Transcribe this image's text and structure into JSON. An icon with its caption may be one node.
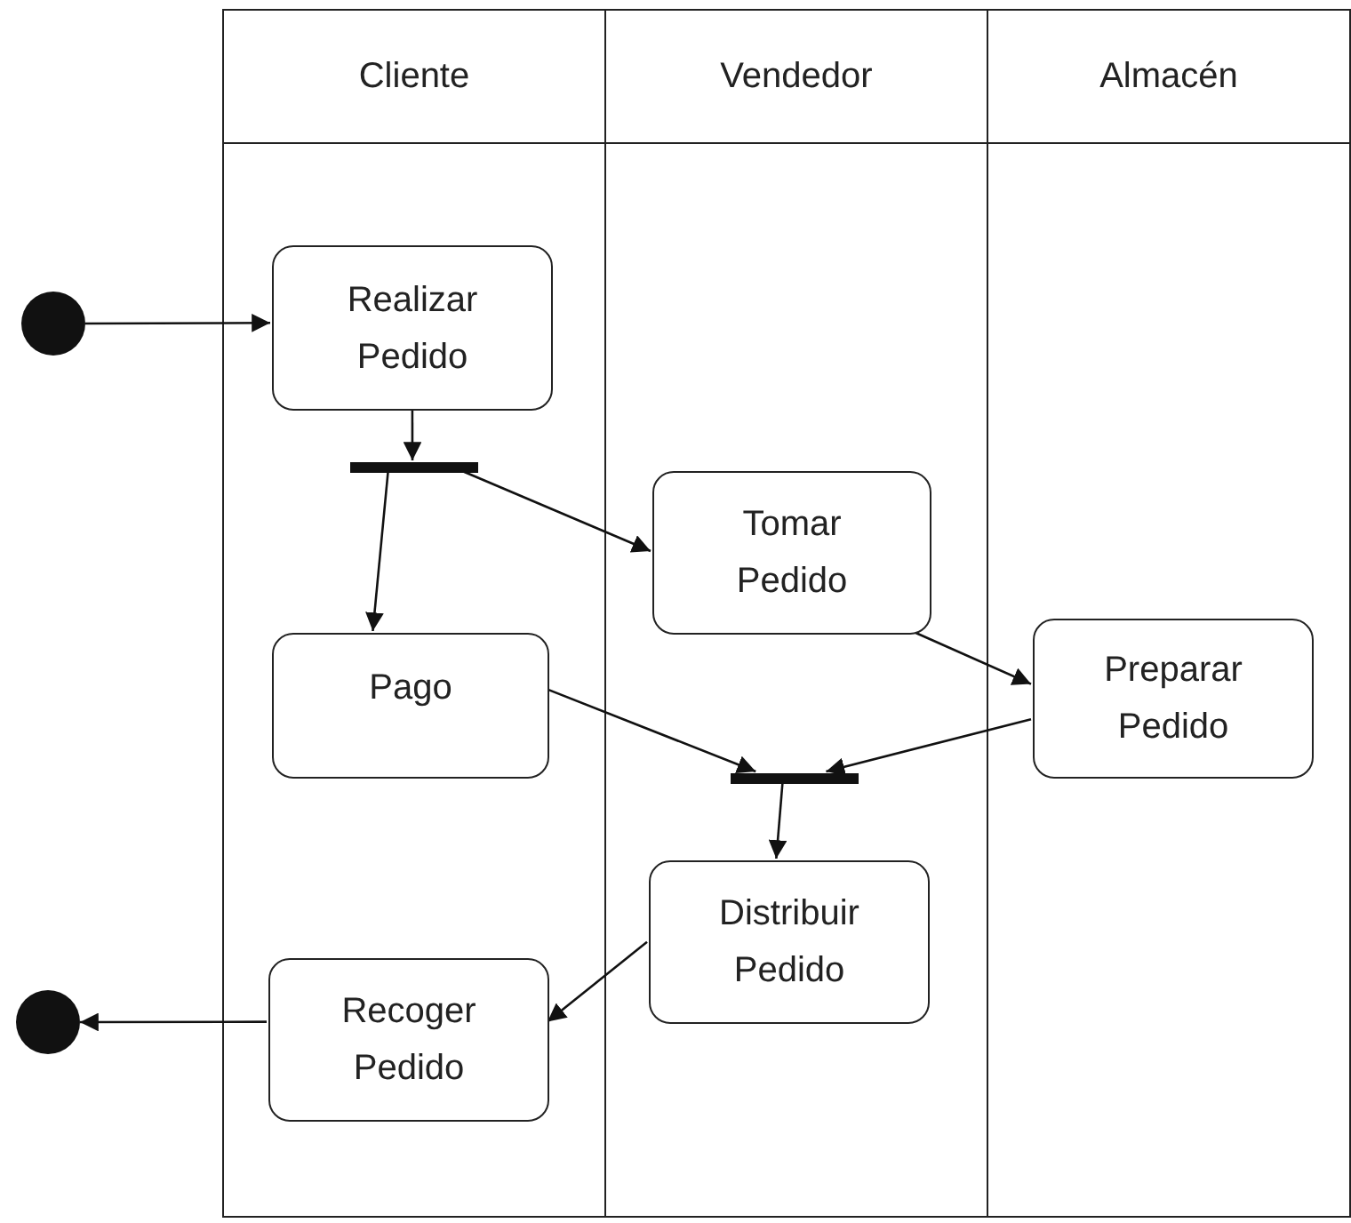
{
  "diagram": {
    "nodes": [
      {
        "text": [
          "Cliente"
        ]
      },
      {
        "text": [
          "Vendedor"
        ]
      },
      {
        "text": [
          "Almacén"
        ]
      },
      {
        "text": [],
        "shape": "circle"
      },
      {
        "text": [
          "Realizar Pedido"
        ],
        "in": 0
      },
      {
        "text": [],
        "shape": "bar",
        "in": 0
      },
      {
        "text": [
          "Tomar Pedido"
        ],
        "in": 1
      },
      {
        "text": [
          "Pago"
        ],
        "in": 0
      },
      {
        "text": [
          "Preparar Pedido"
        ],
        "in": 2
      },
      {
        "text": [],
        "shape": "bar",
        "in": 1
      },
      {
        "text": [
          "Distribuir Pedido"
        ],
        "in": 1
      },
      {
        "text": [
          "Recoger Pedido"
        ],
        "in": 0
      },
      {
        "text": [],
        "shape": "circle"
      }
    ],
    "edges": [
      {
        "from": 3,
        "to": 4,
        "arrow": "to"
      },
      {
        "from": 4,
        "to": 5,
        "arrow": "to"
      },
      {
        "from": 5,
        "to": 7,
        "arrow": "to"
      },
      {
        "from": 5,
        "to": 6,
        "arrow": "to"
      },
      {
        "from": 6,
        "to": 8,
        "arrow": "to"
      },
      {
        "from": 7,
        "to": 9,
        "arrow": "to"
      },
      {
        "from": 8,
        "to": 9,
        "arrow": "to"
      },
      {
        "from": 9,
        "to": 10,
        "arrow": "to"
      },
      {
        "from": 10,
        "to": 11,
        "arrow": "to"
      },
      {
        "from": 11,
        "to": 12,
        "arrow": "to"
      }
    ]
  }
}
